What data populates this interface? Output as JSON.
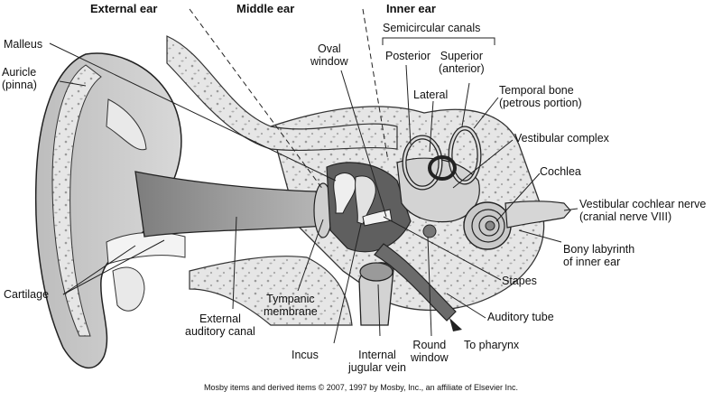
{
  "sections": {
    "external": "External ear",
    "middle": "Middle ear",
    "inner": "Inner ear"
  },
  "labels": {
    "semicircular_canals": "Semicircular canals",
    "posterior": "Posterior",
    "superior": "Superior\n(anterior)",
    "malleus": "Malleus",
    "auricle": "Auricle\n(pinna)",
    "oval_window": "Oval\nwindow",
    "lateral": "Lateral",
    "temporal_bone": "Temporal bone\n(petrous portion)",
    "vestibular_complex": "Vestibular complex",
    "cochlea": "Cochlea",
    "vestibular_cochlear_nerve": "Vestibular cochlear nerve\n(cranial nerve VIII)",
    "bony_labyrinth": "Bony labyrinth\nof inner ear",
    "stapes": "Stapes",
    "auditory_tube": "Auditory tube",
    "to_pharynx": "To pharynx",
    "round_window": "Round\nwindow",
    "internal_jugular_vein": "Internal\njugular vein",
    "incus": "Incus",
    "tympanic_membrane": "Tympanic\nmembrane",
    "external_auditory_canal": "External\nauditory canal",
    "cartilage": "Cartilage"
  },
  "copyright": "Mosby items and derived items © 2007, 1997 by Mosby, Inc., an affiliate of Elsevier Inc."
}
